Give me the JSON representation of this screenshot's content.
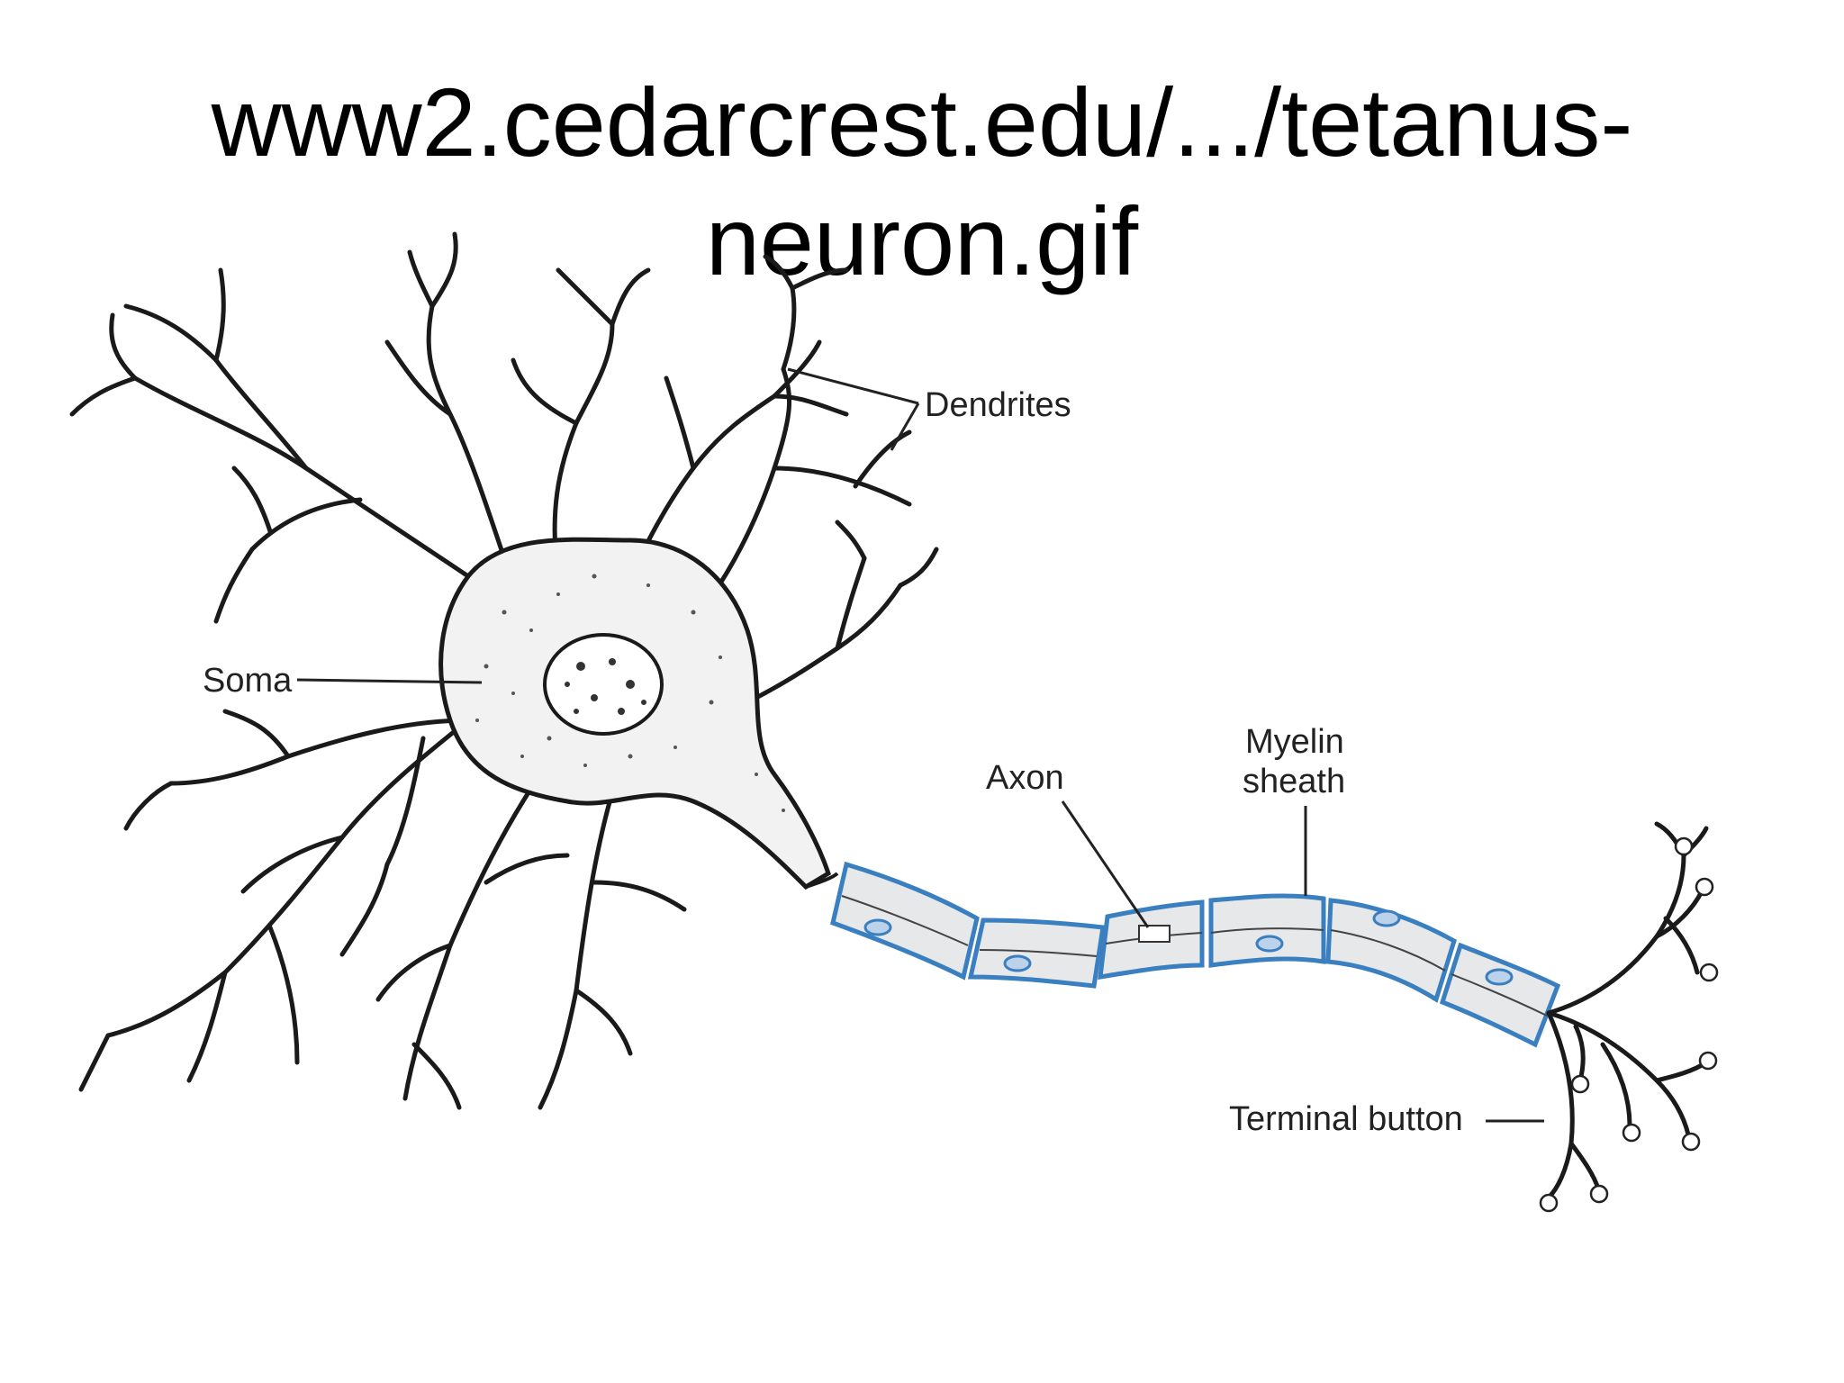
{
  "title": {
    "line1": "www2.cedarcrest.edu/.../tetanus-",
    "line2": "neuron.gif"
  },
  "labels": {
    "dendrites": "Dendrites",
    "soma": "Soma",
    "axon": "Axon",
    "myelin_line1": "Myelin",
    "myelin_line2": "sheath",
    "terminal": "Terminal button"
  },
  "colors": {
    "myelin_outline": "#3a7fc0",
    "myelin_fill": "#e6e8ea",
    "ink": "#1a1a1a"
  }
}
